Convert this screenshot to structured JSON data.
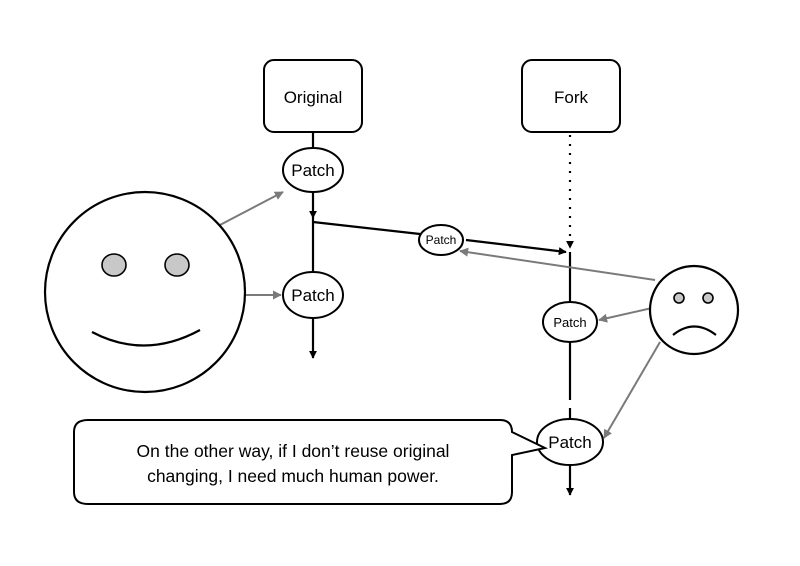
{
  "boxes": {
    "original": "Original",
    "fork": "Fork"
  },
  "patches": {
    "original_top": "Patch",
    "original_bottom": "Patch",
    "cross": "Patch",
    "fork_middle": "Patch",
    "fork_bottom": "Patch"
  },
  "speech_bubble": {
    "line1": "On the other way, if I don’t reuse original",
    "line2": "changing, I need much human power."
  },
  "colors": {
    "line": "#000000",
    "feedback_arrow": "#7a7a7a",
    "eye_fill": "#c8c8c8"
  },
  "icons": {
    "happy_face": "smiling-face-icon",
    "sad_face": "sad-face-icon"
  }
}
